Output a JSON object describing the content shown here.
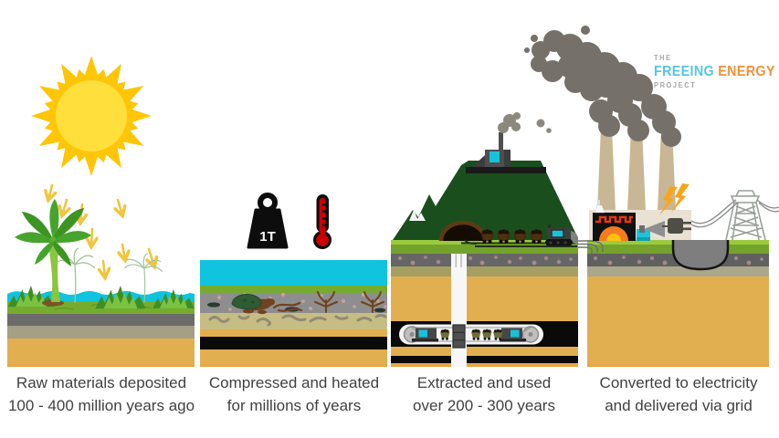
{
  "logo": {
    "the": "THE",
    "brand_first": "FREEING",
    "brand_second": "ENERGY",
    "project": "PROJECT",
    "brand_first_color": "#5BC4E0",
    "brand_second_color": "#F0923C"
  },
  "stages": [
    {
      "name": "raw-materials-deposited",
      "caption_line1": "Raw materials deposited",
      "caption_line2": "100 - 400 million years ago",
      "icons": [
        "sun-icon",
        "sunlight-arrow-icon",
        "palm-tree-icon",
        "fern-icon",
        "water-layer"
      ]
    },
    {
      "name": "compressed-and-heated",
      "caption_line1": "Compressed and heated",
      "caption_line2": "for millions of years",
      "weight_label": "1T",
      "icons": [
        "weight-icon",
        "thermometer-icon",
        "fossil-layer",
        "coal-seam"
      ]
    },
    {
      "name": "extracted-and-used",
      "caption_line1": "Extracted and used",
      "caption_line2": "over 200 - 300 years",
      "icons": [
        "mountain-icon",
        "mine-building-icon",
        "mine-entrance-icon",
        "coal-cart-icon",
        "excavator-icon",
        "mine-shaft-icon",
        "conveyor-icon"
      ]
    },
    {
      "name": "converted-to-electricity",
      "caption_line1": "Converted to electricity",
      "caption_line2": "and delivered via grid",
      "icons": [
        "power-plant-icon",
        "smokestack-icon",
        "smoke-icon",
        "furnace-icon",
        "plug-icon",
        "lightning-icon",
        "power-line-icon",
        "transmission-tower-icon",
        "mined-out-crater"
      ]
    }
  ],
  "colors": {
    "sun": "#FFC608",
    "sun_core": "#FFDF3C",
    "arrow": "#F2C53D",
    "water": "#10C3DE",
    "grass": "#76A42D",
    "sand": "#E2AF50",
    "coal": "#0A0A0A",
    "mountain": "#1A4F1D",
    "smoke": "#75716A",
    "fire": "#F47B20",
    "lightning": "#F9A51A"
  }
}
